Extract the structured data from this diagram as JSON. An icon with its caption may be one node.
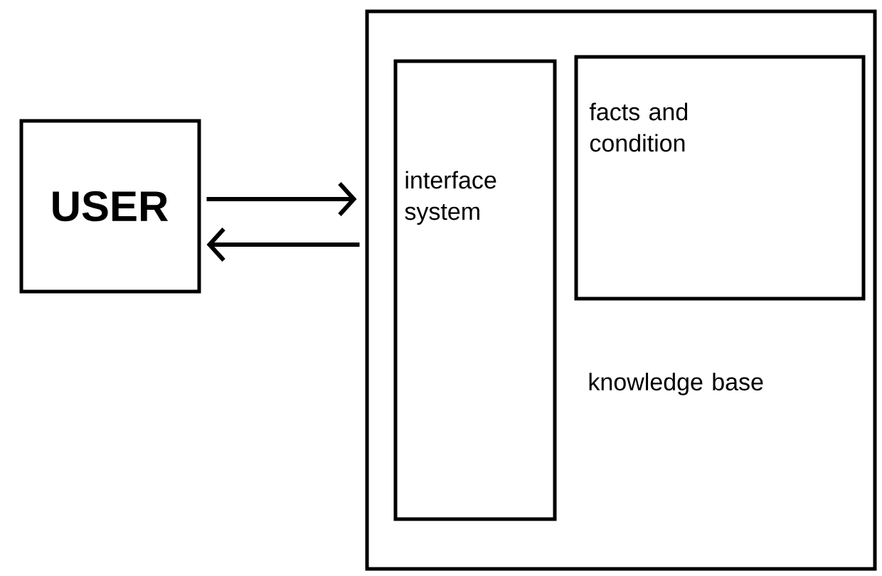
{
  "diagram": {
    "nodes": [
      {
        "text": [
          "USER"
        ]
      },
      {
        "text": [
          "knowledge base"
        ]
      },
      {
        "text": [
          "interface system"
        ],
        "in": 1
      },
      {
        "text": [
          "facts and condition"
        ],
        "in": 1
      }
    ],
    "edges": [
      {
        "from": 0,
        "to": 1,
        "arrow": "to"
      },
      {
        "from": 1,
        "to": 0,
        "arrow": "to"
      }
    ]
  }
}
